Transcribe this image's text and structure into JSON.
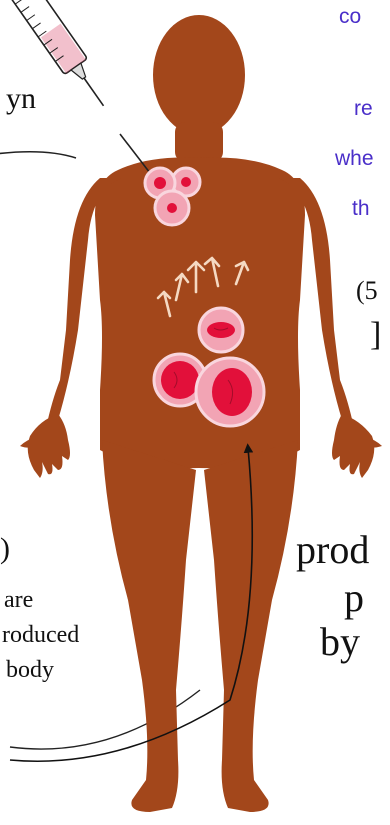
{
  "colors": {
    "body": "#A3471B",
    "cell_fill": "#F2A4B4",
    "cell_rim": "#F9D6DE",
    "cell_core": "#E2103A",
    "blue_text": "#4A2FC9",
    "ink": "#111111"
  },
  "icons": [
    "syringe-icon",
    "up-arrow-icon",
    "curved-arrow-icon"
  ],
  "labels": {
    "top_right_1": "co",
    "top_right_2": "re",
    "top_right_3": "whe",
    "top_right_4": "th",
    "right_step": "(5",
    "right_bracket": "]",
    "left_top": "yn",
    "left_step_paren": ")",
    "left_line_1": "are",
    "left_line_2": "roduced",
    "left_line_3": "body",
    "big_1": "prod",
    "big_2": "p",
    "big_3": "by"
  }
}
